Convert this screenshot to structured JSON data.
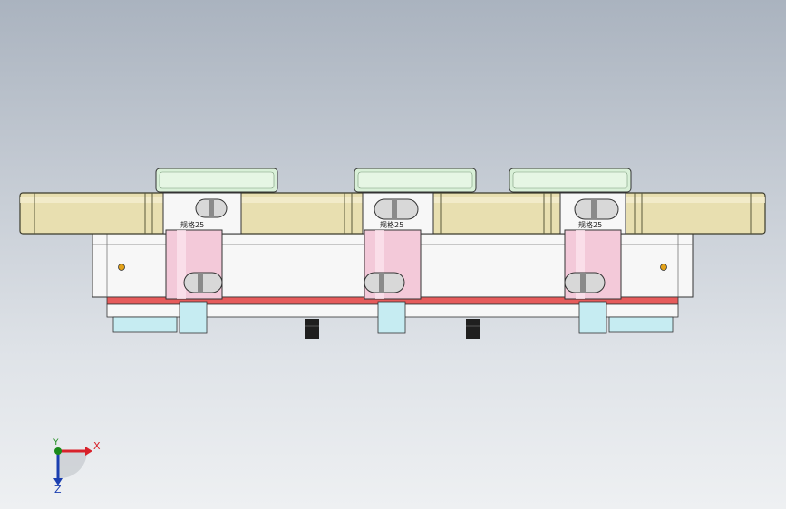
{
  "viewport": {
    "background_top": "#aab3bf",
    "background_bottom": "#eef0f2"
  },
  "model": {
    "colors": {
      "plate": "#e8dfb0",
      "plate_edge": "#3a3a2a",
      "top_cap": "#d9f0d8",
      "cylinder": "#f3c9d9",
      "body": "#f7f7f7",
      "red_strip": "#e65b5b",
      "foot": "#c6ecf2",
      "screw": "#1f1f1f",
      "dot": "#e3a21a"
    },
    "stations": [
      {
        "engraved_label": "规格25"
      },
      {
        "engraved_label": "规格25"
      },
      {
        "engraved_label": "规格25"
      }
    ]
  },
  "triad": {
    "x_label": "X",
    "y_label": "Y",
    "z_label": "Z"
  }
}
